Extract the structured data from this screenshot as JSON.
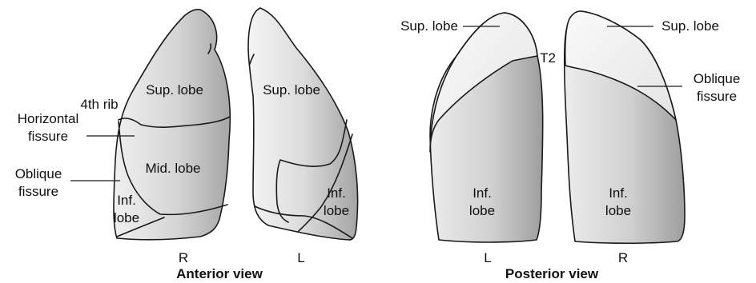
{
  "anterior": {
    "title": "Anterior view",
    "right_lung": {
      "side": "R",
      "sup": "Sup. lobe",
      "mid": "Mid. lobe",
      "inf_1": "Inf.",
      "inf_2": "lobe"
    },
    "left_lung": {
      "side": "L",
      "sup": "Sup. lobe",
      "inf_1": "Inf.",
      "inf_2": "lobe"
    },
    "callouts": {
      "rib": "4th rib",
      "horizontal_1": "Horizontal",
      "horizontal_2": "fissure",
      "oblique_1": "Oblique",
      "oblique_2": "fissure"
    }
  },
  "posterior": {
    "title": "Posterior view",
    "left_lung": {
      "side": "L",
      "sup_callout": "Sup. lobe",
      "inf_1": "Inf.",
      "inf_2": "lobe"
    },
    "vertebra": "T2",
    "right_lung": {
      "side": "R",
      "sup_callout": "Sup. lobe",
      "oblique_1": "Oblique",
      "oblique_2": "fissure",
      "inf_1": "Inf.",
      "inf_2": "lobe"
    }
  },
  "colors": {
    "lobe_light": "#f4f4f4",
    "lobe_shade": "#a9a9a9",
    "outline": "#1a1a1a"
  }
}
